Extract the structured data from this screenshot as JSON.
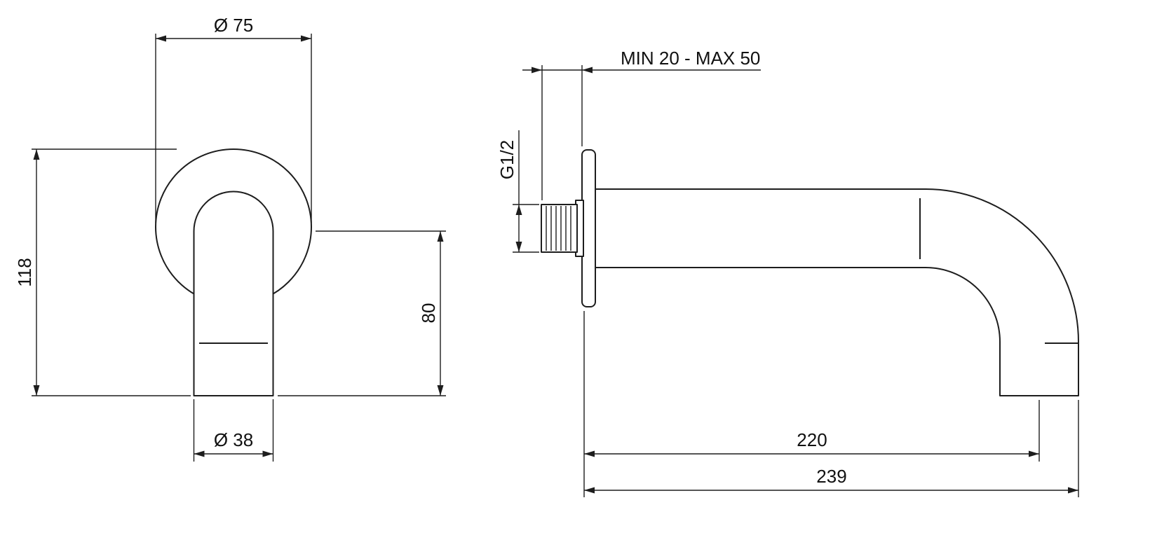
{
  "drawing": {
    "title": "wall-mounted-spout-technical-drawing",
    "background": "#ffffff",
    "line_color": "#1d1d1d",
    "front_view": {
      "dim_flange_diameter": "Ø 75",
      "dim_height": "118",
      "dim_spout_drop": "80",
      "dim_spout_diameter": "Ø 38"
    },
    "side_view": {
      "dim_wall_range": "MIN 20 - MAX 50",
      "dim_thread": "G1/2",
      "dim_reach_center": "220",
      "dim_reach_total": "239"
    }
  }
}
